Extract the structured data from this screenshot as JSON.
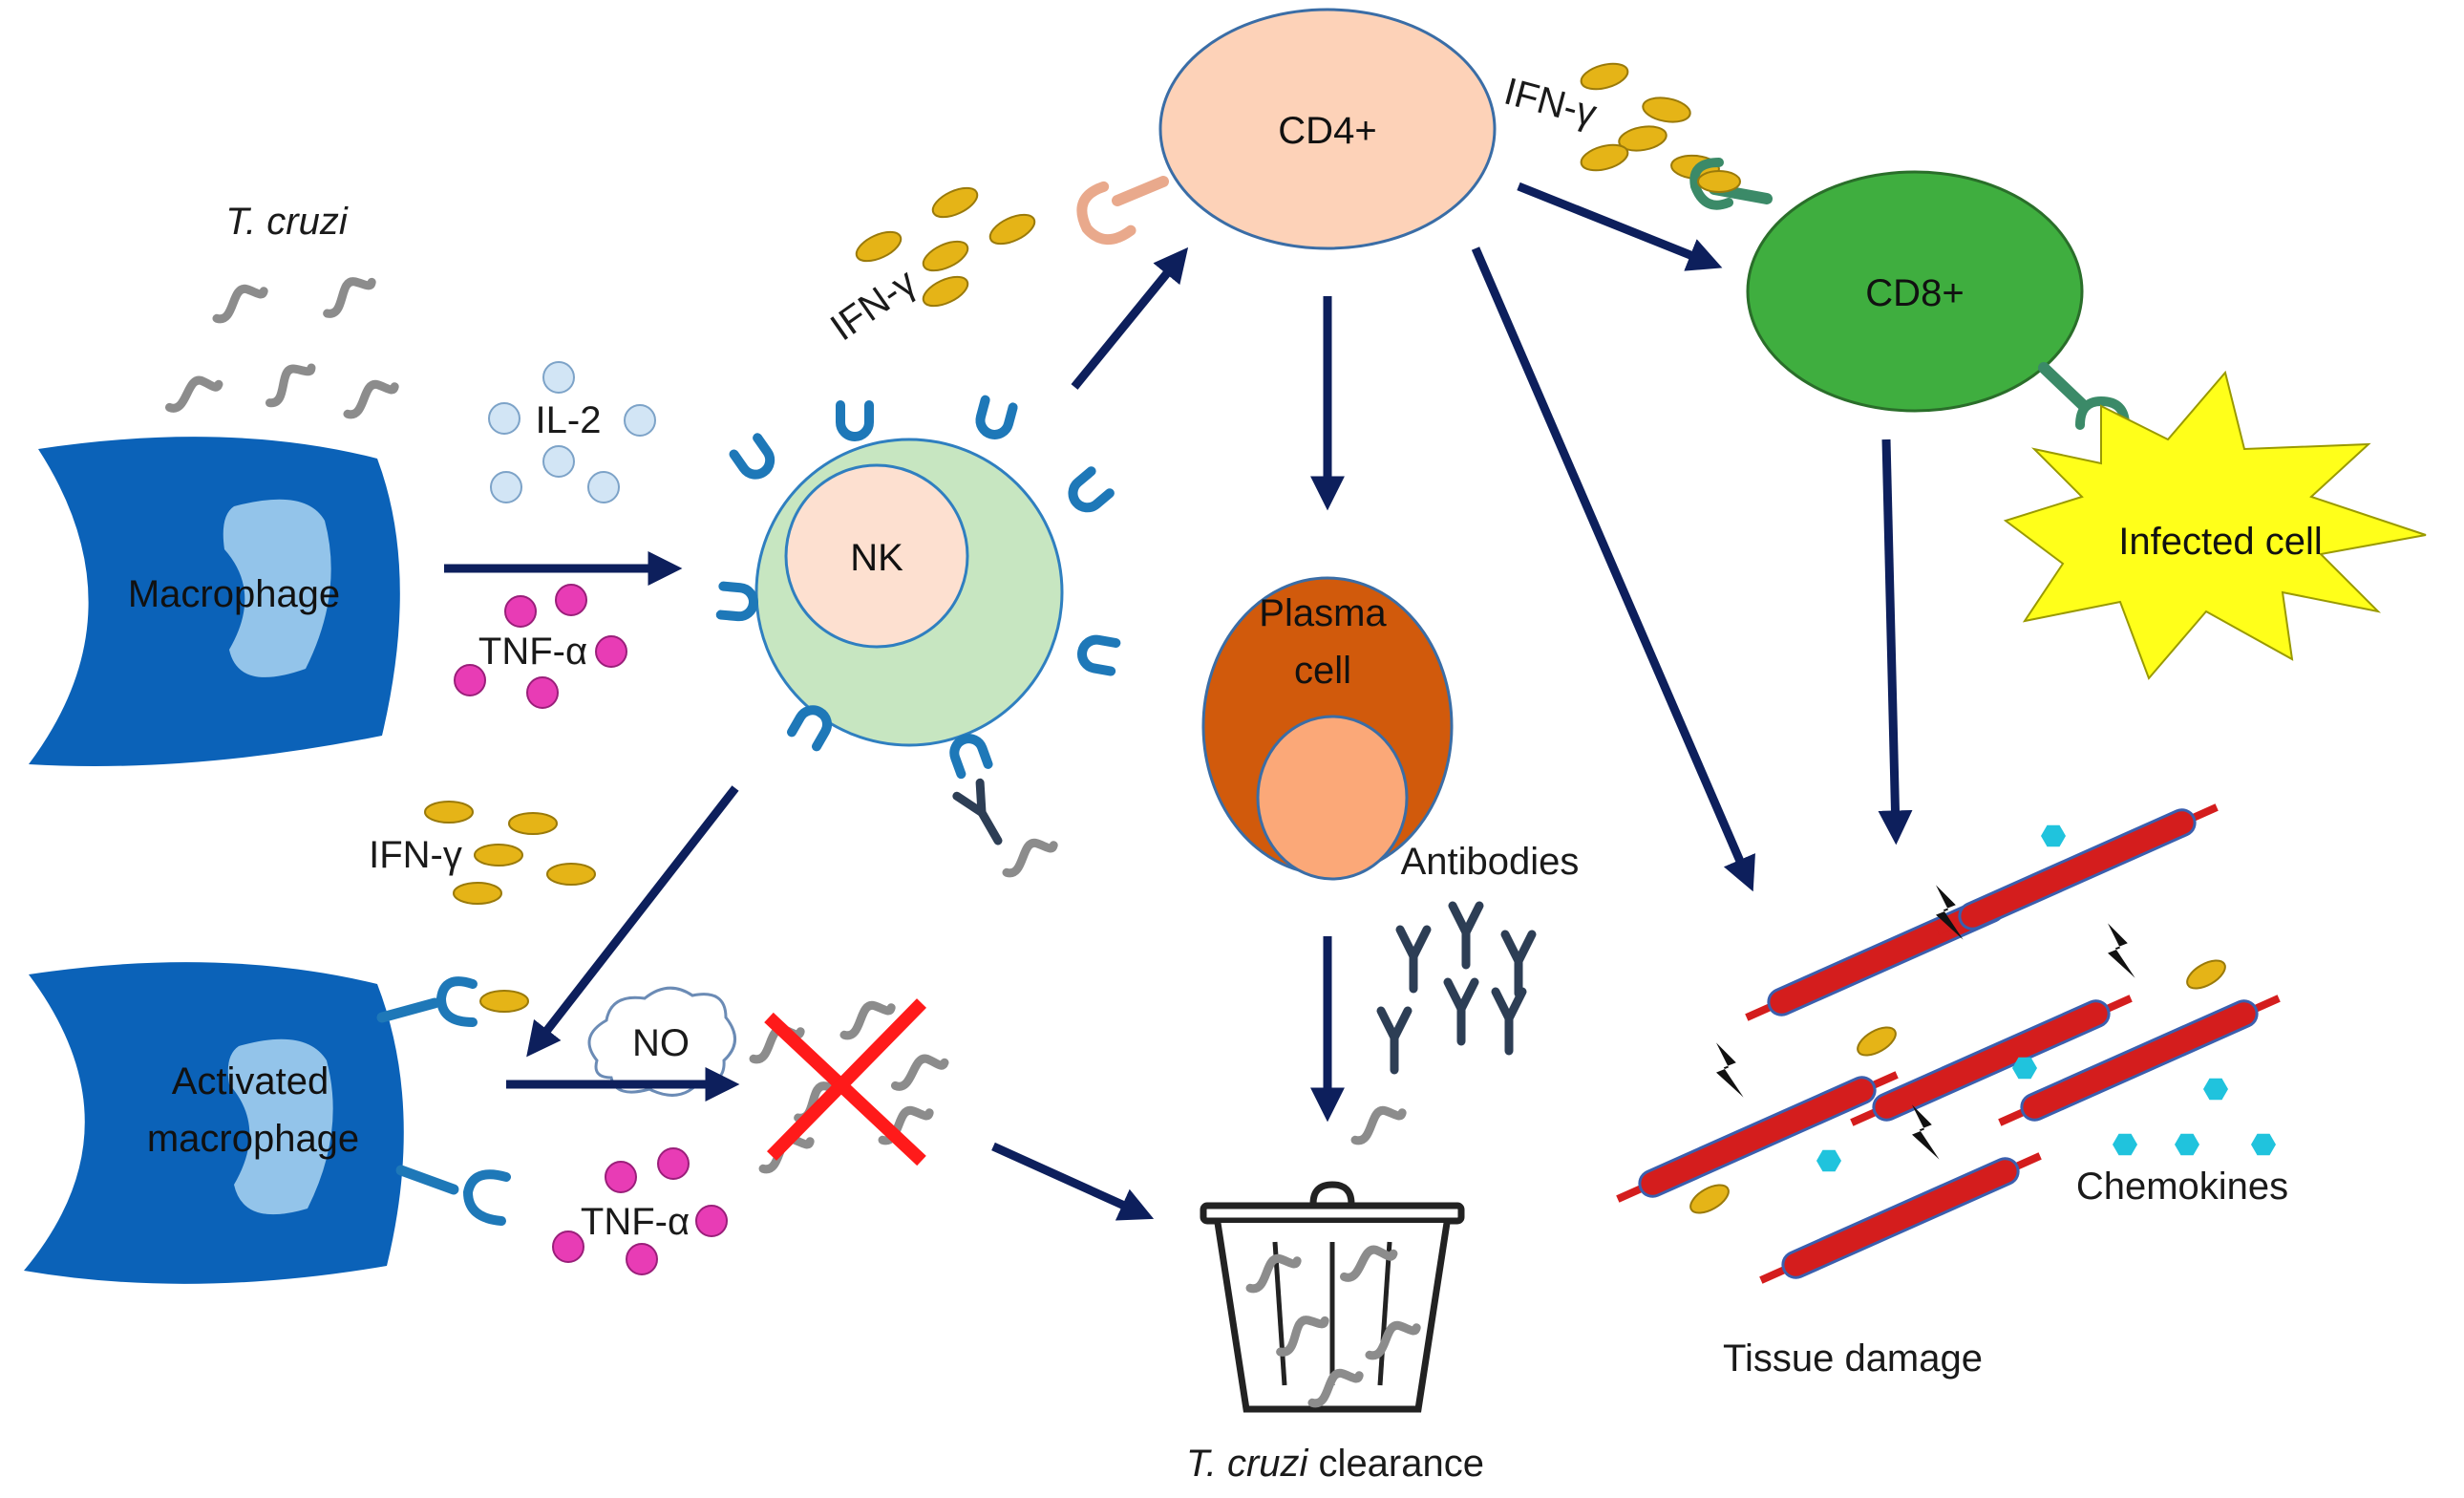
{
  "labels": {
    "t_cruzi_top": "T. cruzi",
    "macrophage": "Macrophage",
    "il2": "IL-2",
    "tnf_top": "TNF-α",
    "nk": "NK",
    "ifn_left_top": "IFN-γ",
    "cd4": "CD4+",
    "ifn_cd4": "IFN-γ",
    "cd8": "CD8+",
    "infected_cell": "Infected cell",
    "plasma_line1": "Plasma",
    "plasma_line2": "cell",
    "antibodies": "Antibodies",
    "ifn_mid": "IFN-γ",
    "no": "NO",
    "activated_line1": "Activated",
    "activated_line2": "macrophage",
    "tnf_bottom": "TNF-α",
    "clearance_italic": "T. cruzi",
    "clearance_rest": " clearance",
    "tissue_damage": "Tissue damage",
    "chemokines": "Chemokines"
  },
  "colors": {
    "macrophage": "#0b62b8",
    "macrophage_nucleus": "#93c4ea",
    "receptor_blue": "#1e78b8",
    "nk_outer": "#c7e6c1",
    "nk_inner": "#fde0d0",
    "cd4": "#fdd2b8",
    "cd8": "#3fae3f",
    "infected_cell": "#ffff1a",
    "plasma_outer": "#d15a0c",
    "plasma_inner": "#fba878",
    "ifn_gamma": "#e5b417",
    "tnf_alpha": "#e83cb5",
    "il2": "#d2e5f5",
    "arrow": "#0d1f5c",
    "parasite": "#8c8c8c",
    "muscle_fiber": "#d41d1d",
    "chemokine": "#20c3dd",
    "cross": "#ff1a1a"
  }
}
